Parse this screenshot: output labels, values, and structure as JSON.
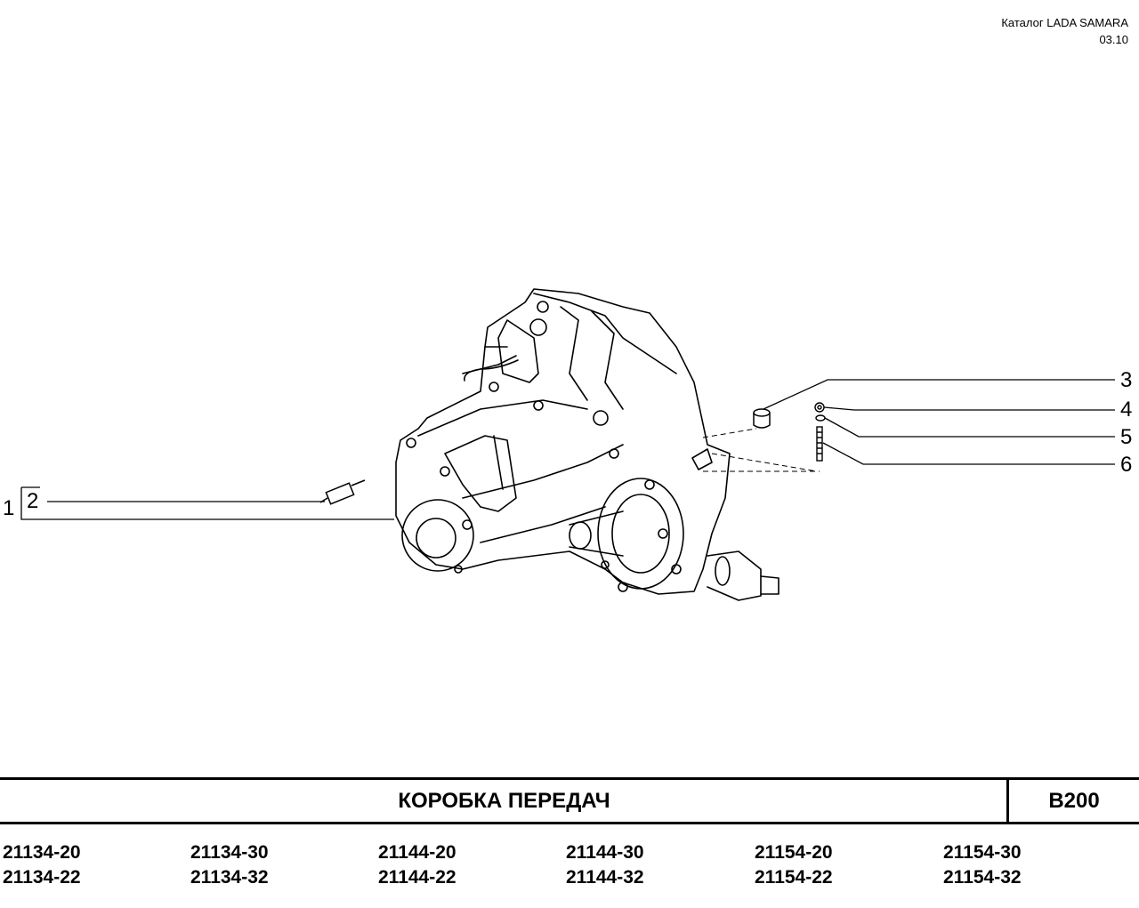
{
  "header": {
    "catalog": "Каталог  LADA SAMARA",
    "date": "03.10"
  },
  "callouts": {
    "c1": "1",
    "c2": "2",
    "c3": "3",
    "c4": "4",
    "c5": "5",
    "c6": "6"
  },
  "title_bar": {
    "title": "КОРОБКА   ПЕРЕДАЧ",
    "code": "B200"
  },
  "models": {
    "row1": [
      "21134-20",
      "21134-30",
      "21144-20",
      "21144-30",
      "21154-20",
      "21154-30"
    ],
    "row2": [
      "21134-22",
      "21134-32",
      "21144-22",
      "21144-32",
      "21154-22",
      "21154-32"
    ]
  }
}
